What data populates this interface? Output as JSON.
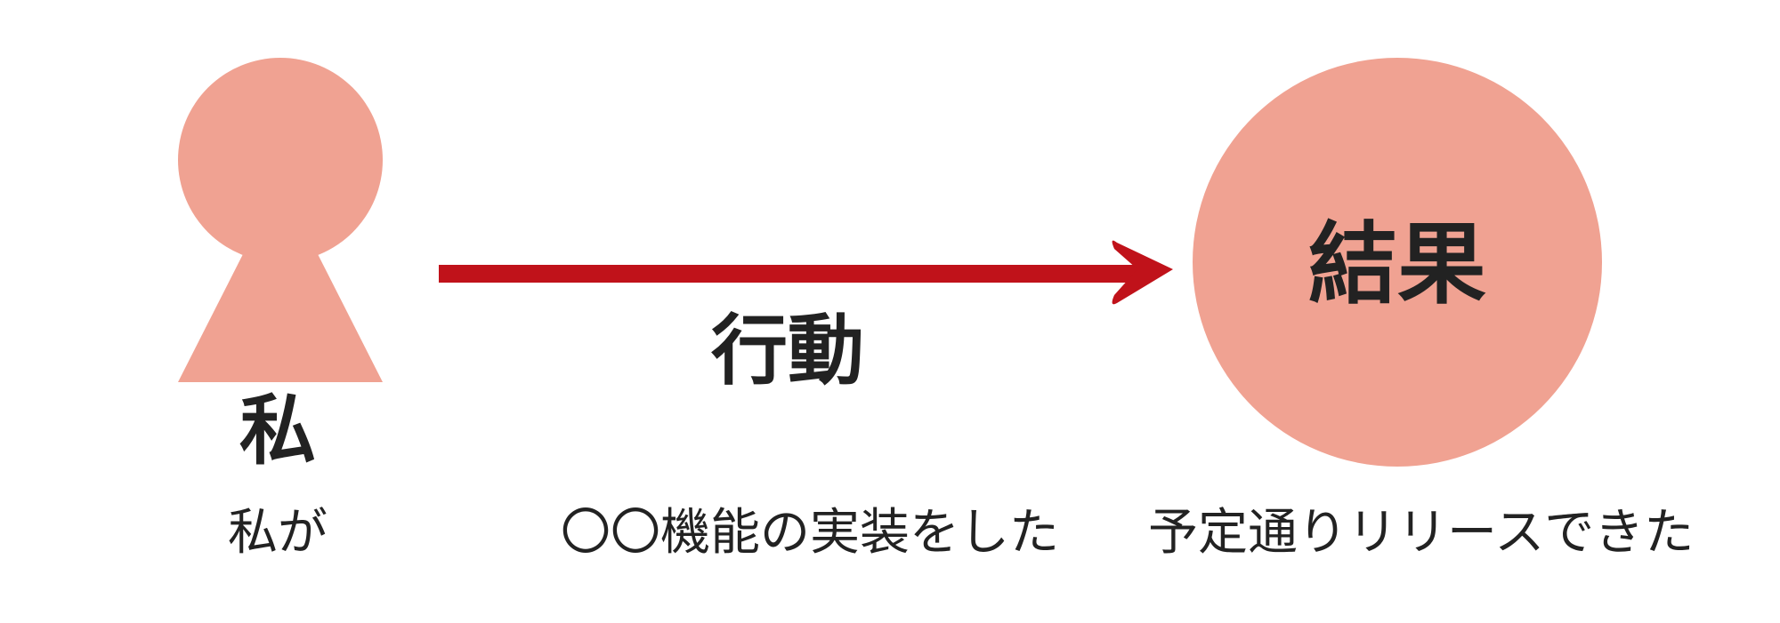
{
  "colors": {
    "shape_fill": "#f0a292",
    "arrow": "#c0121a",
    "text": "#222222"
  },
  "actor": {
    "icon": "person-icon",
    "title": "私",
    "caption": "私が"
  },
  "action": {
    "icon": "arrow-right-icon",
    "title": "行動",
    "caption": "〇〇機能の実装をした"
  },
  "result": {
    "icon": "circle-shape",
    "title": "結果",
    "caption": "予定通りリリースできた"
  }
}
